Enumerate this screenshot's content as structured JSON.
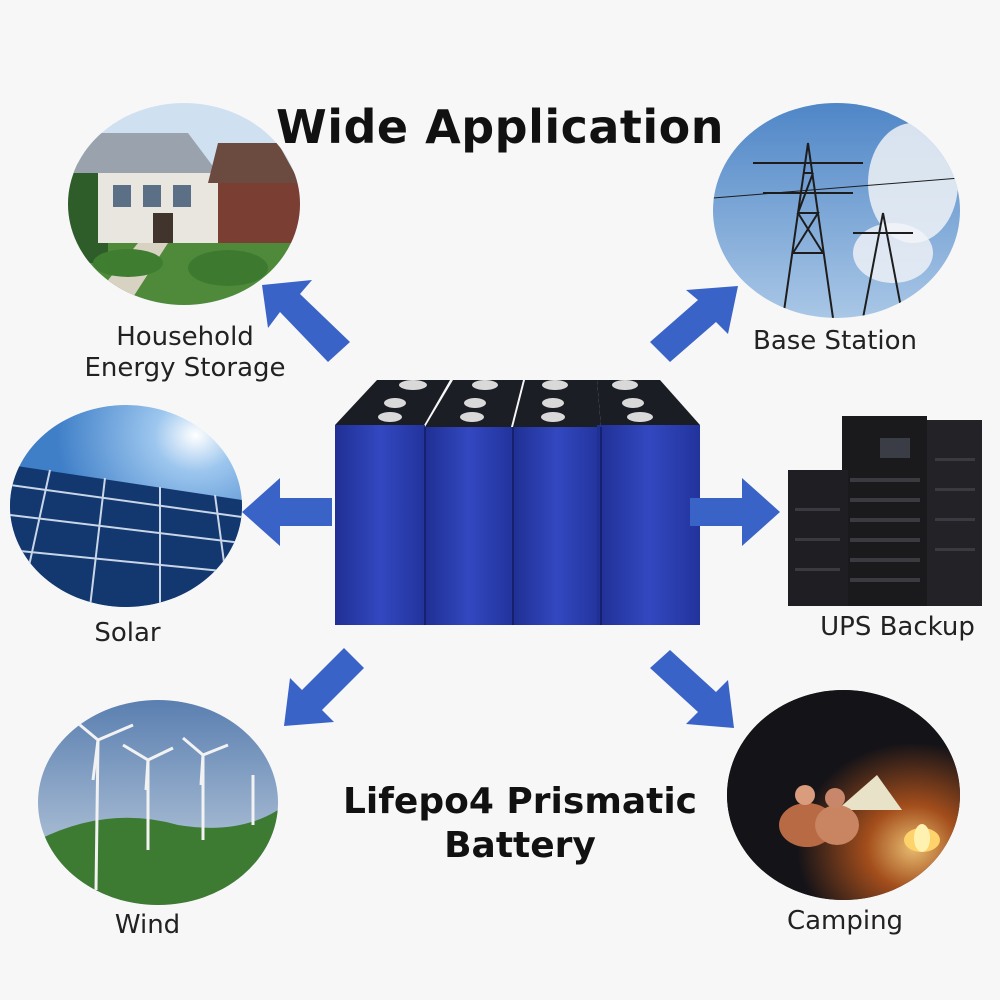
{
  "title": "Wide Application",
  "product_title_line1": "Lifepo4 Prismatic",
  "product_title_line2": "Battery",
  "applications": {
    "household": {
      "line1": "Household",
      "line2": "Energy Storage",
      "icon": "house-icon"
    },
    "base_station": {
      "label": "Base Station",
      "icon": "transmission-tower-icon"
    },
    "solar": {
      "label": "Solar",
      "icon": "solar-panel-icon"
    },
    "ups": {
      "label": "UPS Backup",
      "icon": "ups-server-icon"
    },
    "wind": {
      "label": "Wind",
      "icon": "wind-turbine-icon"
    },
    "camping": {
      "label": "Camping",
      "icon": "campfire-tent-icon"
    }
  },
  "colors": {
    "arrow": "#3a63c8",
    "battery": "#2b3fa8",
    "battery_top": "#1c1f26"
  }
}
